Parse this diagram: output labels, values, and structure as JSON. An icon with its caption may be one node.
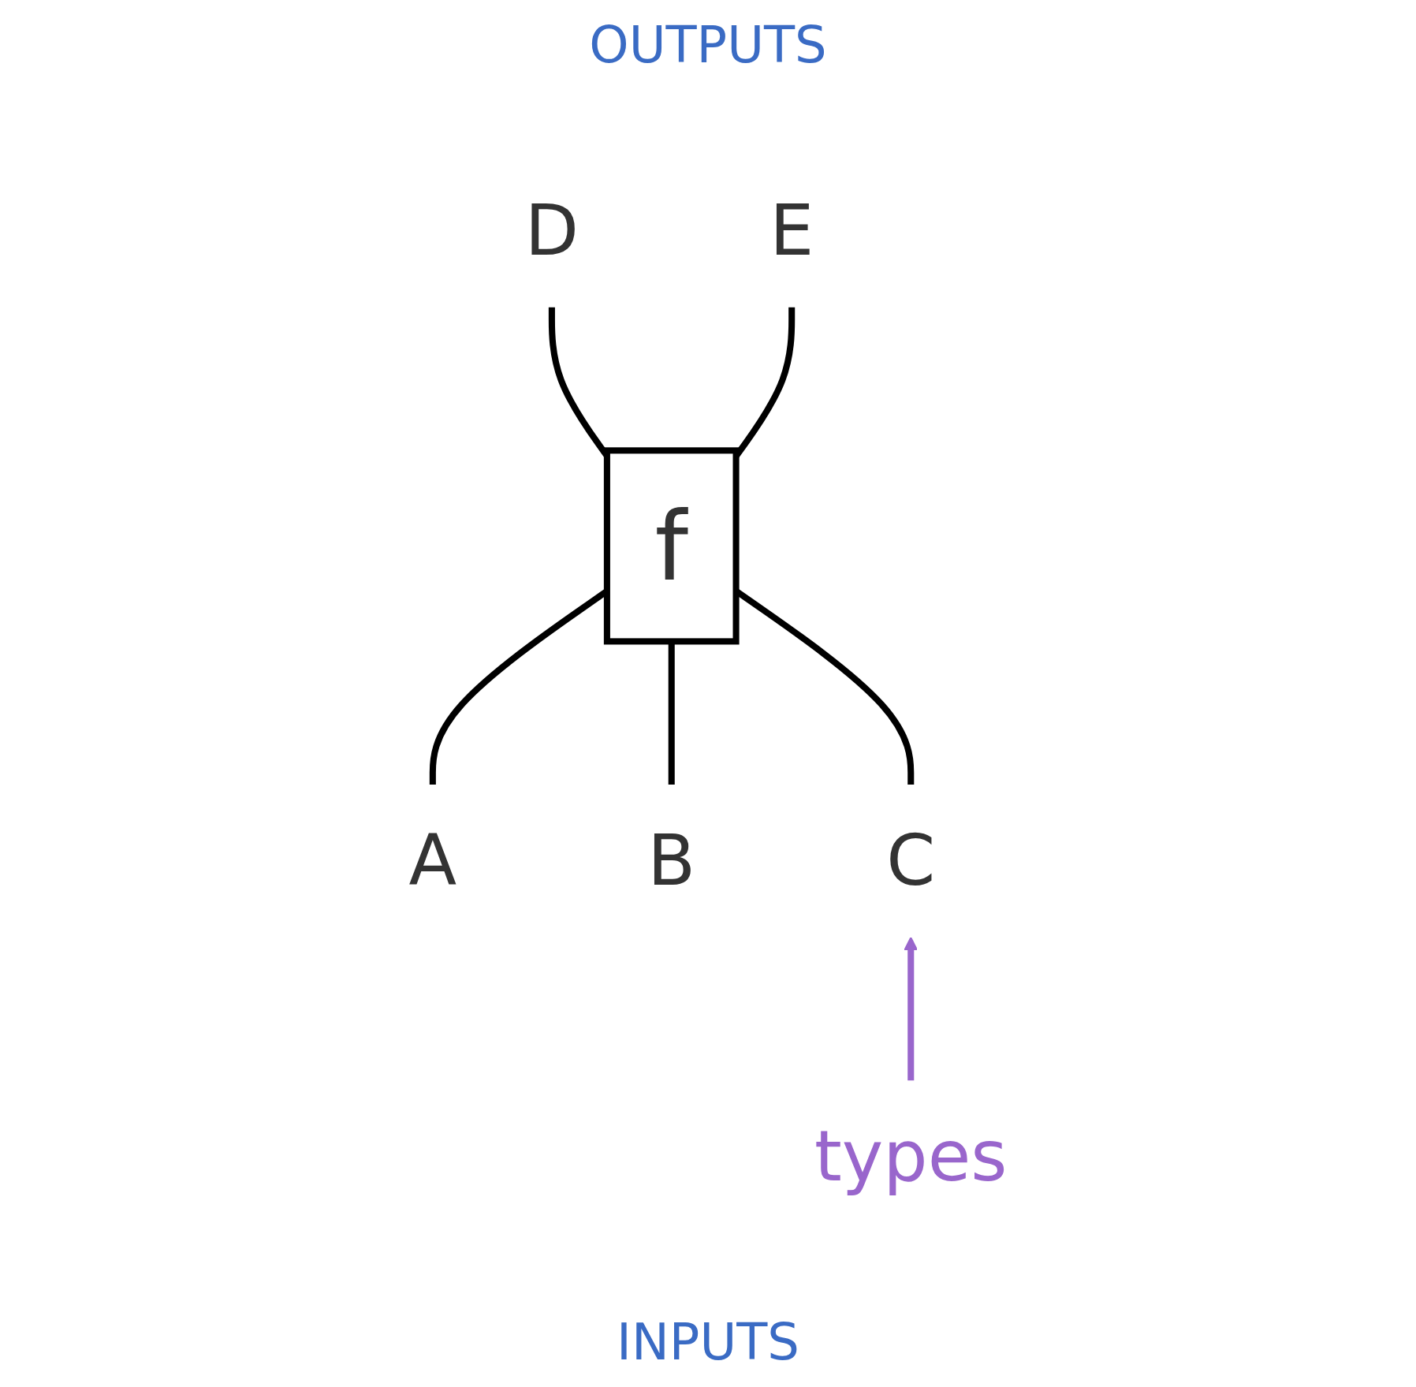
{
  "diagram": {
    "nodes": [
      {
        "text": [
          "f"
        ]
      },
      {
        "text": [
          "D"
        ]
      },
      {
        "text": [
          "E"
        ]
      },
      {
        "text": [
          "A"
        ]
      },
      {
        "text": [
          "B"
        ]
      },
      {
        "text": [
          "C"
        ]
      },
      {
        "text": [
          "types"
        ]
      }
    ],
    "edges": [
      {
        "from": 3,
        "to": 0,
        "arrow": "none"
      },
      {
        "from": 4,
        "to": 0,
        "arrow": "none"
      },
      {
        "from": 5,
        "to": 0,
        "arrow": "none"
      },
      {
        "from": 0,
        "to": 1,
        "arrow": "none"
      },
      {
        "from": 0,
        "to": 2,
        "arrow": "none"
      },
      {
        "from": 6,
        "to": 5,
        "arrow": "to",
        "color": "#9966cc"
      }
    ],
    "labels": [
      "OUTPUTS",
      "INPUTS"
    ]
  }
}
